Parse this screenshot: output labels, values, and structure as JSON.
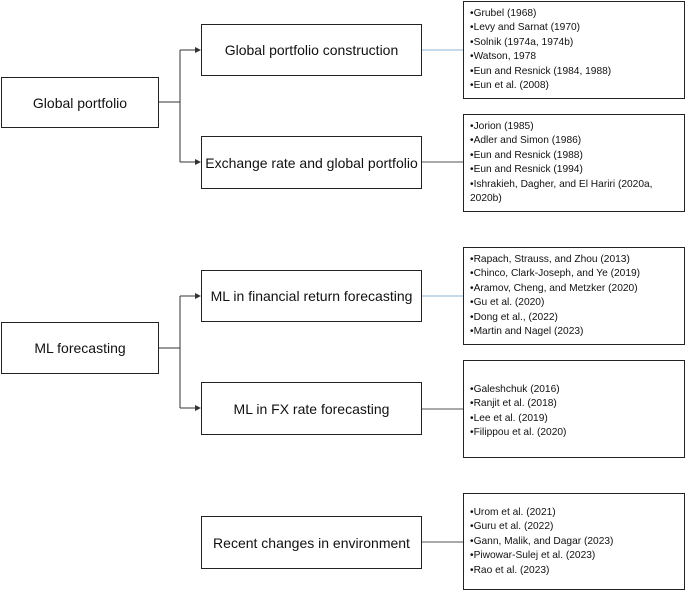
{
  "nodes": {
    "global_portfolio": "Global portfolio",
    "global_portfolio_construction": "Global portfolio construction",
    "exchange_rate_global_portfolio": "Exchange rate and global portfolio",
    "ml_forecasting": "ML forecasting",
    "ml_financial_return": "ML in financial return forecasting",
    "ml_fx_rate": "ML in FX rate forecasting",
    "recent_changes": "Recent changes in environment"
  },
  "refs": {
    "global_portfolio_construction": [
      "•Grubel (1968)",
      "•Levy and Sarnat (1970)",
      "•Solnik (1974a, 1974b)",
      "•Watson, 1978",
      "•Eun and Resnick (1984, 1988)",
      "•Eun et al. (2008)"
    ],
    "exchange_rate_global_portfolio": [
      "•Jorion (1985)",
      "•Adler and Simon (1986)",
      "•Eun and Resnick (1988)",
      "•Eun and Resnick (1994)",
      "•Ishrakieh, Dagher, and El Hariri (2020a,\n2020b)"
    ],
    "ml_financial_return": [
      "•Rapach, Strauss, and Zhou (2013)",
      "•Chinco, Clark-Joseph, and Ye (2019)",
      "•Aramov, Cheng, and Metzker (2020)",
      "•Gu et al. (2020)",
      "•Dong et al., (2022)",
      "•Martin and Nagel (2023)"
    ],
    "ml_fx_rate": [
      "•Galeshchuk (2016)",
      "•Ranjit et al. (2018)",
      "•Lee et al. (2019)",
      "•Filippou et al. (2020)"
    ],
    "recent_changes": [
      "•Urom et al. (2021)",
      "•Guru et al. (2022)",
      "•Gann, Malik, and Dagar (2023)",
      "•Piwowar-Sulej et al. (2023)",
      "•Rao et al. (2023)"
    ]
  },
  "colors": {
    "connector_blue": "#8fb4d9",
    "connector_dark": "#333333"
  }
}
